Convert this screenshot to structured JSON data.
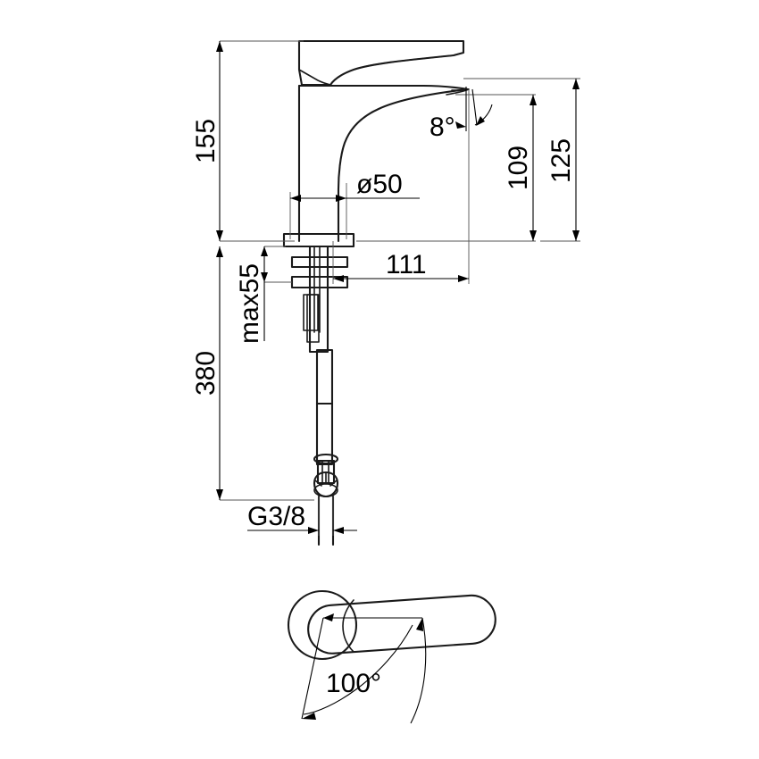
{
  "drawing": {
    "type": "technical-dimension-drawing",
    "subject": "single-lever basin mixer faucet",
    "views": [
      {
        "name": "front-elevation",
        "label": ""
      },
      {
        "name": "top-plan-detail",
        "label": ""
      }
    ],
    "background_color": "#ffffff",
    "line_color": "#1a1a1a",
    "dimension_color": "#000000"
  },
  "dimensions": {
    "total_height": {
      "value": "155",
      "unit": "mm",
      "orientation": "vertical",
      "position": "left",
      "description": "overall faucet body height above mounting surface"
    },
    "spout_height": {
      "value": "109",
      "unit": "mm",
      "orientation": "vertical",
      "position": "right-inner",
      "description": "spout outlet height"
    },
    "upper_height": {
      "value": "125",
      "unit": "mm",
      "orientation": "vertical",
      "position": "right-outer",
      "description": "height to top of lever"
    },
    "tail_length": {
      "value": "380",
      "unit": "mm",
      "orientation": "vertical",
      "position": "left-lower",
      "description": "flexible hose / tail length below mounting surface"
    },
    "max_thickness": {
      "value": "max55",
      "unit": "mm",
      "orientation": "vertical",
      "position": "left-mid",
      "description": "maximum countertop thickness"
    },
    "base_diameter": {
      "value": "ø50",
      "unit": "mm",
      "orientation": "horizontal",
      "position": "mid-body",
      "description": "base cylinder diameter"
    },
    "spout_reach": {
      "value": "111",
      "unit": "mm",
      "orientation": "horizontal",
      "position": "mid-right",
      "description": "spout projection from centre"
    },
    "outlet_angle": {
      "value": "8°",
      "unit": "degrees",
      "orientation": "angular",
      "position": "spout-tip",
      "description": "spout outlet angle"
    },
    "thread_size": {
      "value": "G3/8",
      "unit": "",
      "orientation": "horizontal",
      "position": "bottom",
      "description": "supply connection thread size"
    },
    "swivel_angle": {
      "value": "100°",
      "unit": "degrees",
      "orientation": "angular",
      "position": "plan-view",
      "description": "lever swivel range in plan view"
    }
  }
}
